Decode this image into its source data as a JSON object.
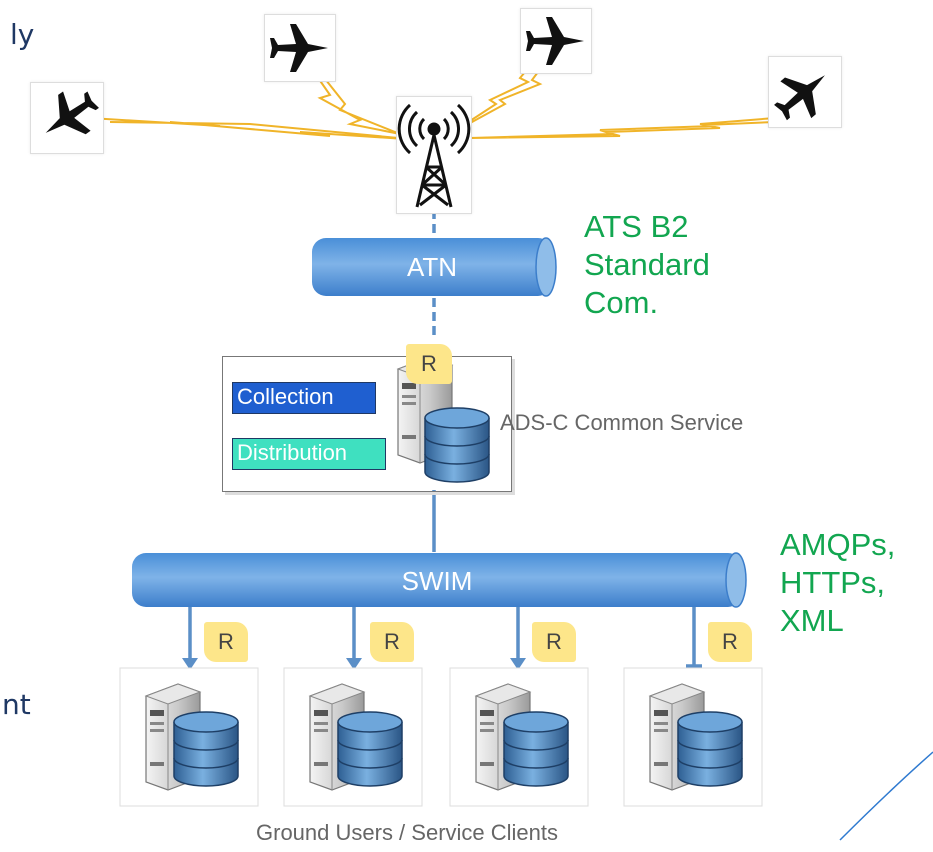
{
  "left_fragments": {
    "top": "ly",
    "bottom": "nt"
  },
  "network": {
    "atn_label": "ATN",
    "swim_label": "SWIM"
  },
  "service": {
    "collection_label": "Collection",
    "distribution_label": "Distribution",
    "name": "ADS-C Common Service",
    "r_tag": "R"
  },
  "annotations": {
    "ats_line1": "ATS B2",
    "ats_line2": "Standard",
    "ats_line3": "Com.",
    "proto_line1": "AMQPs,",
    "proto_line2": "HTTPs,",
    "proto_line3": "XML"
  },
  "clients": {
    "caption": "Ground Users / Service Clients",
    "r_tags": [
      "R",
      "R",
      "R",
      "R"
    ]
  },
  "colors": {
    "pipe_blue": "#5b9bd5",
    "radio_link": "#f0b429",
    "annotation_green": "#12a650",
    "collection_bg": "#1f5fd0",
    "distribution_bg": "#3fe0c0",
    "r_tag_bg": "#fde68a"
  },
  "icons": [
    "airplane-icon",
    "radio-tower-icon",
    "server-icon",
    "database-icon",
    "receipt-tag-icon"
  ]
}
